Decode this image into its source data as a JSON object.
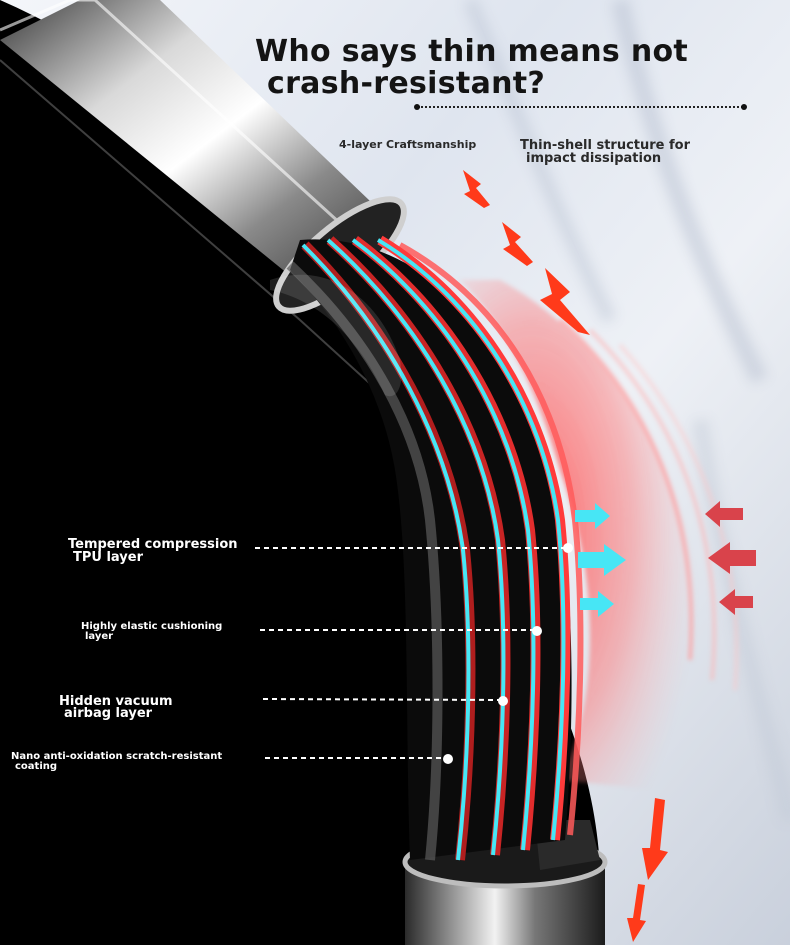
{
  "headline": {
    "line1": "Who says thin means not",
    "line2": "crash-resistant?"
  },
  "features": {
    "left": "4-layer Craftsmanship",
    "right_line1": "Thin-shell structure for",
    "right_line2": "impact dissipation"
  },
  "layers": [
    {
      "line1": "Tempered compression",
      "line2": "TPU layer"
    },
    {
      "line1": "Highly elastic cushioning",
      "line2": "layer"
    },
    {
      "line1": "Hidden vacuum",
      "line2": "airbag layer"
    },
    {
      "line1": "Nano anti-oxidation scratch-resistant",
      "line2": "coating"
    }
  ],
  "colors": {
    "impact_arrow": "#ff3a1a",
    "inbound_arrow": "#d9434b",
    "dissipation_arrow": "#47e6f5",
    "glow": "#ff5a5a",
    "background_dark": "#000000",
    "background_light": "#e4e9f2"
  },
  "icons": {
    "impact": "red-arrow-icon",
    "dissipation": "cyan-arrow-icon",
    "marker": "white-dot-marker"
  }
}
